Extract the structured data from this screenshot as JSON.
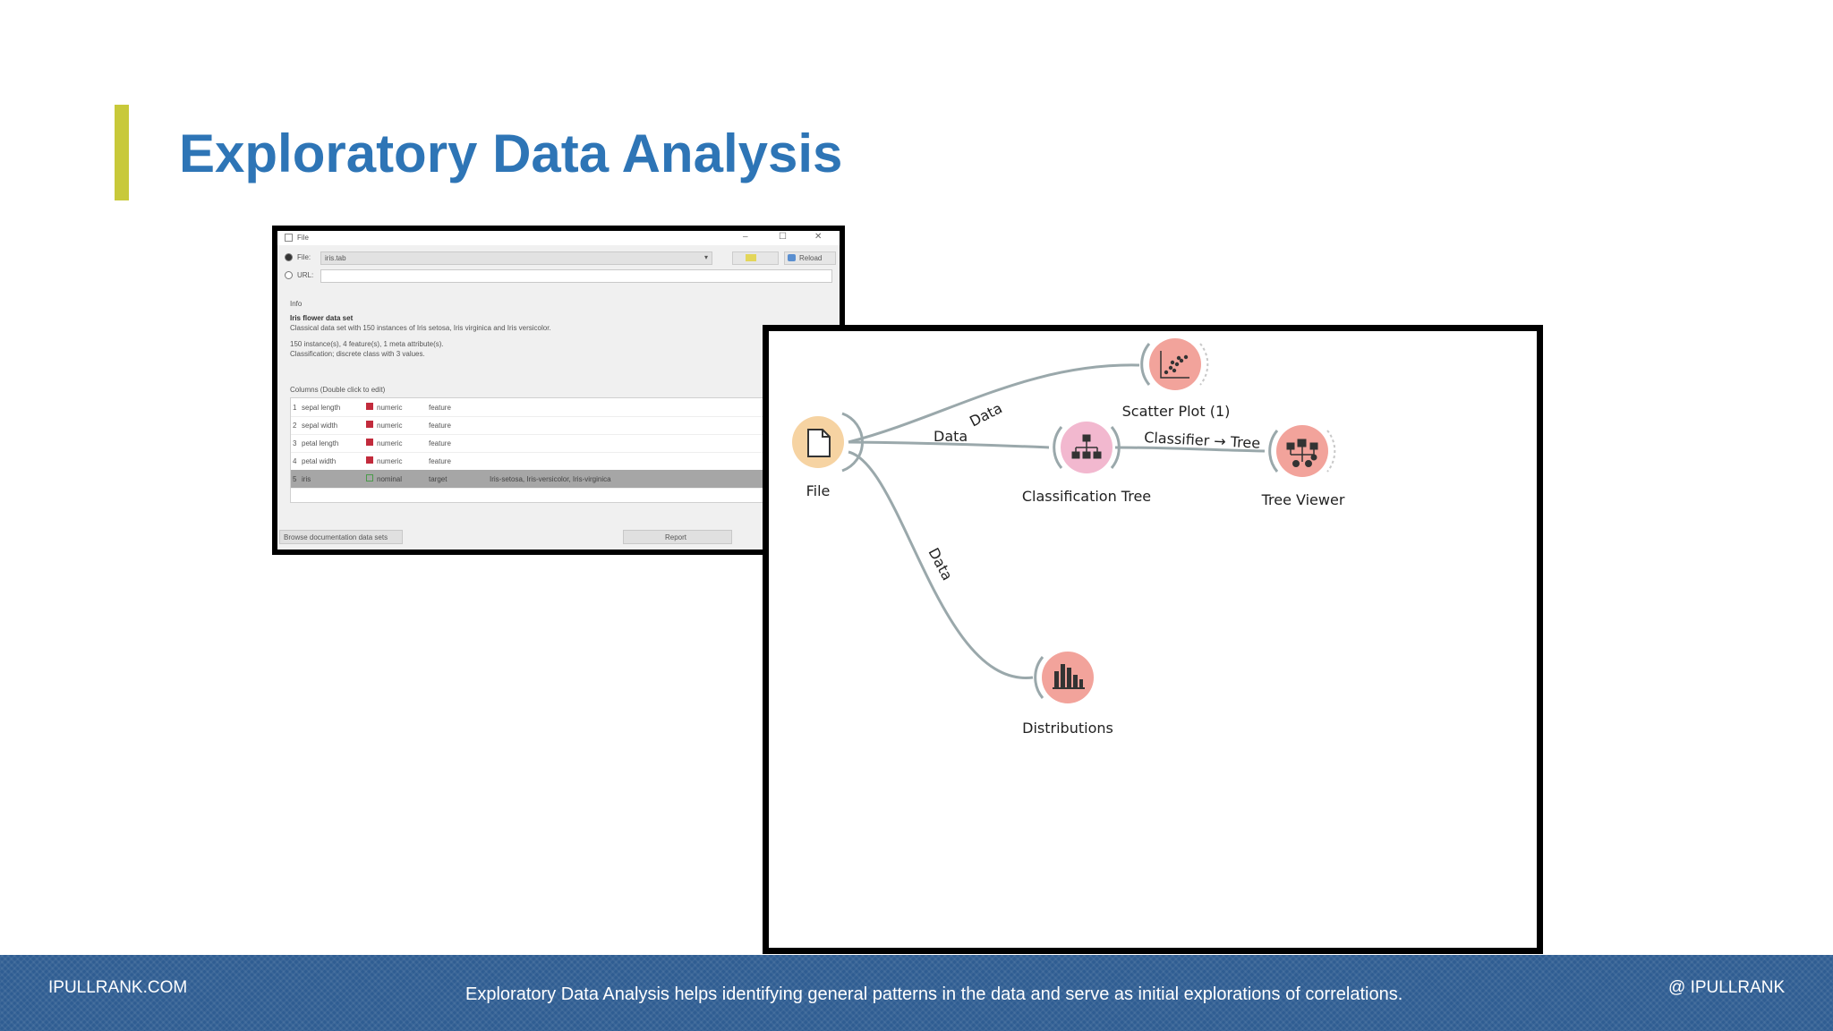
{
  "slide": {
    "title": "Exploratory Data Analysis",
    "accent_color": "#c8c93a",
    "title_color": "#2e75b6"
  },
  "file_window": {
    "title": "File",
    "controls": [
      "–",
      "☐",
      "✕"
    ],
    "file_label": "File:",
    "file_value": "iris.tab",
    "url_label": "URL:",
    "reload_label": "Reload",
    "info_label": "Info",
    "info_title": "Iris flower data set",
    "info_desc": "Classical data set with 150 instances of Iris setosa, Iris virginica and Iris versicolor.",
    "info_counts": "150 instance(s), 4 feature(s), 1 meta attribute(s).",
    "info_class": "Classification; discrete class with 3 values.",
    "columns_label": "Columns (Double click to edit)",
    "columns": [
      {
        "index": "1",
        "name": "sepal length",
        "type": "numeric",
        "role": "feature",
        "values": ""
      },
      {
        "index": "2",
        "name": "sepal width",
        "type": "numeric",
        "role": "feature",
        "values": ""
      },
      {
        "index": "3",
        "name": "petal length",
        "type": "numeric",
        "role": "feature",
        "values": ""
      },
      {
        "index": "4",
        "name": "petal width",
        "type": "numeric",
        "role": "feature",
        "values": ""
      },
      {
        "index": "5",
        "name": "iris",
        "type": "nominal",
        "role": "target",
        "values": "Iris-setosa, Iris-versicolor, Iris-virginica"
      }
    ],
    "browse_label": "Browse documentation data sets",
    "report_label": "Report"
  },
  "workflow": {
    "nodes": [
      {
        "id": "file",
        "label": "File",
        "icon": "file-icon",
        "color": "#f6d3a2"
      },
      {
        "id": "scatter",
        "label": "Scatter Plot (1)",
        "icon": "scatter-plot-icon",
        "color": "#f2a39b"
      },
      {
        "id": "tree",
        "label": "Classification Tree",
        "icon": "tree-icon",
        "color": "#f2b8cf"
      },
      {
        "id": "viewer",
        "label": "Tree Viewer",
        "icon": "tree-viewer-icon",
        "color": "#f2a39b"
      },
      {
        "id": "dist",
        "label": "Distributions",
        "icon": "histogram-icon",
        "color": "#f2a39b"
      }
    ],
    "links": [
      {
        "id": "l1",
        "label": "Data"
      },
      {
        "id": "l2",
        "label": "Data"
      },
      {
        "id": "l3",
        "label": "Classifier → Tree"
      },
      {
        "id": "l4",
        "label": "Data"
      }
    ]
  },
  "footer": {
    "left": "IPULLRANK.COM",
    "center": "Exploratory Data Analysis helps identifying general patterns in the data and serve as initial explorations of correlations.",
    "right": "@ IPULLRANK",
    "color": "#2f5d92"
  }
}
